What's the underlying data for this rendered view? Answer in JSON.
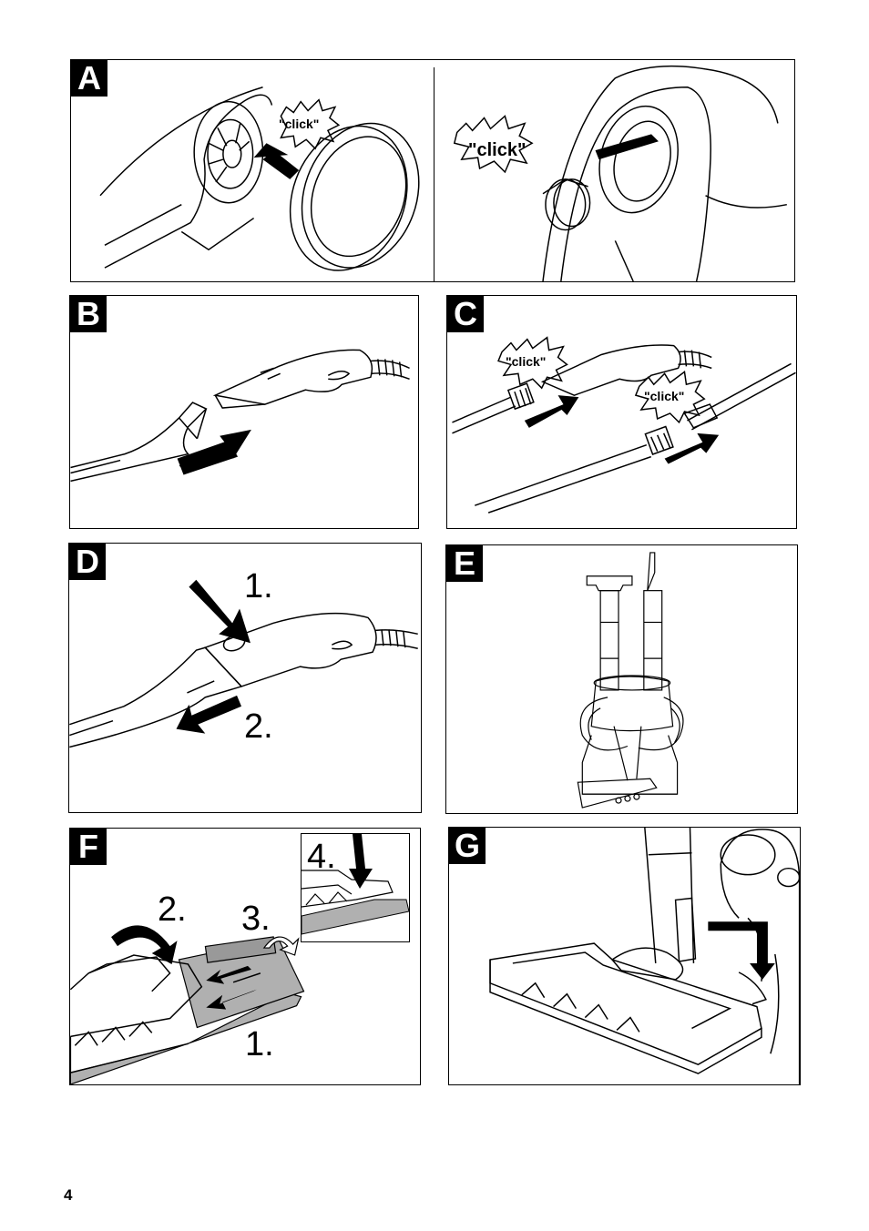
{
  "panels": {
    "a": {
      "letter": "A",
      "click_left": "\"click\"",
      "click_right": "\"click\""
    },
    "b": {
      "letter": "B"
    },
    "c": {
      "letter": "C",
      "click_top": "\"click\"",
      "click_bottom": "\"click\""
    },
    "d": {
      "letter": "D",
      "step1": "1.",
      "step2": "2."
    },
    "e": {
      "letter": "E"
    },
    "f": {
      "letter": "F",
      "step1": "1.",
      "step2": "2.",
      "step3": "3.",
      "step4": "4."
    },
    "g": {
      "letter": "G"
    }
  },
  "page_number": "4"
}
